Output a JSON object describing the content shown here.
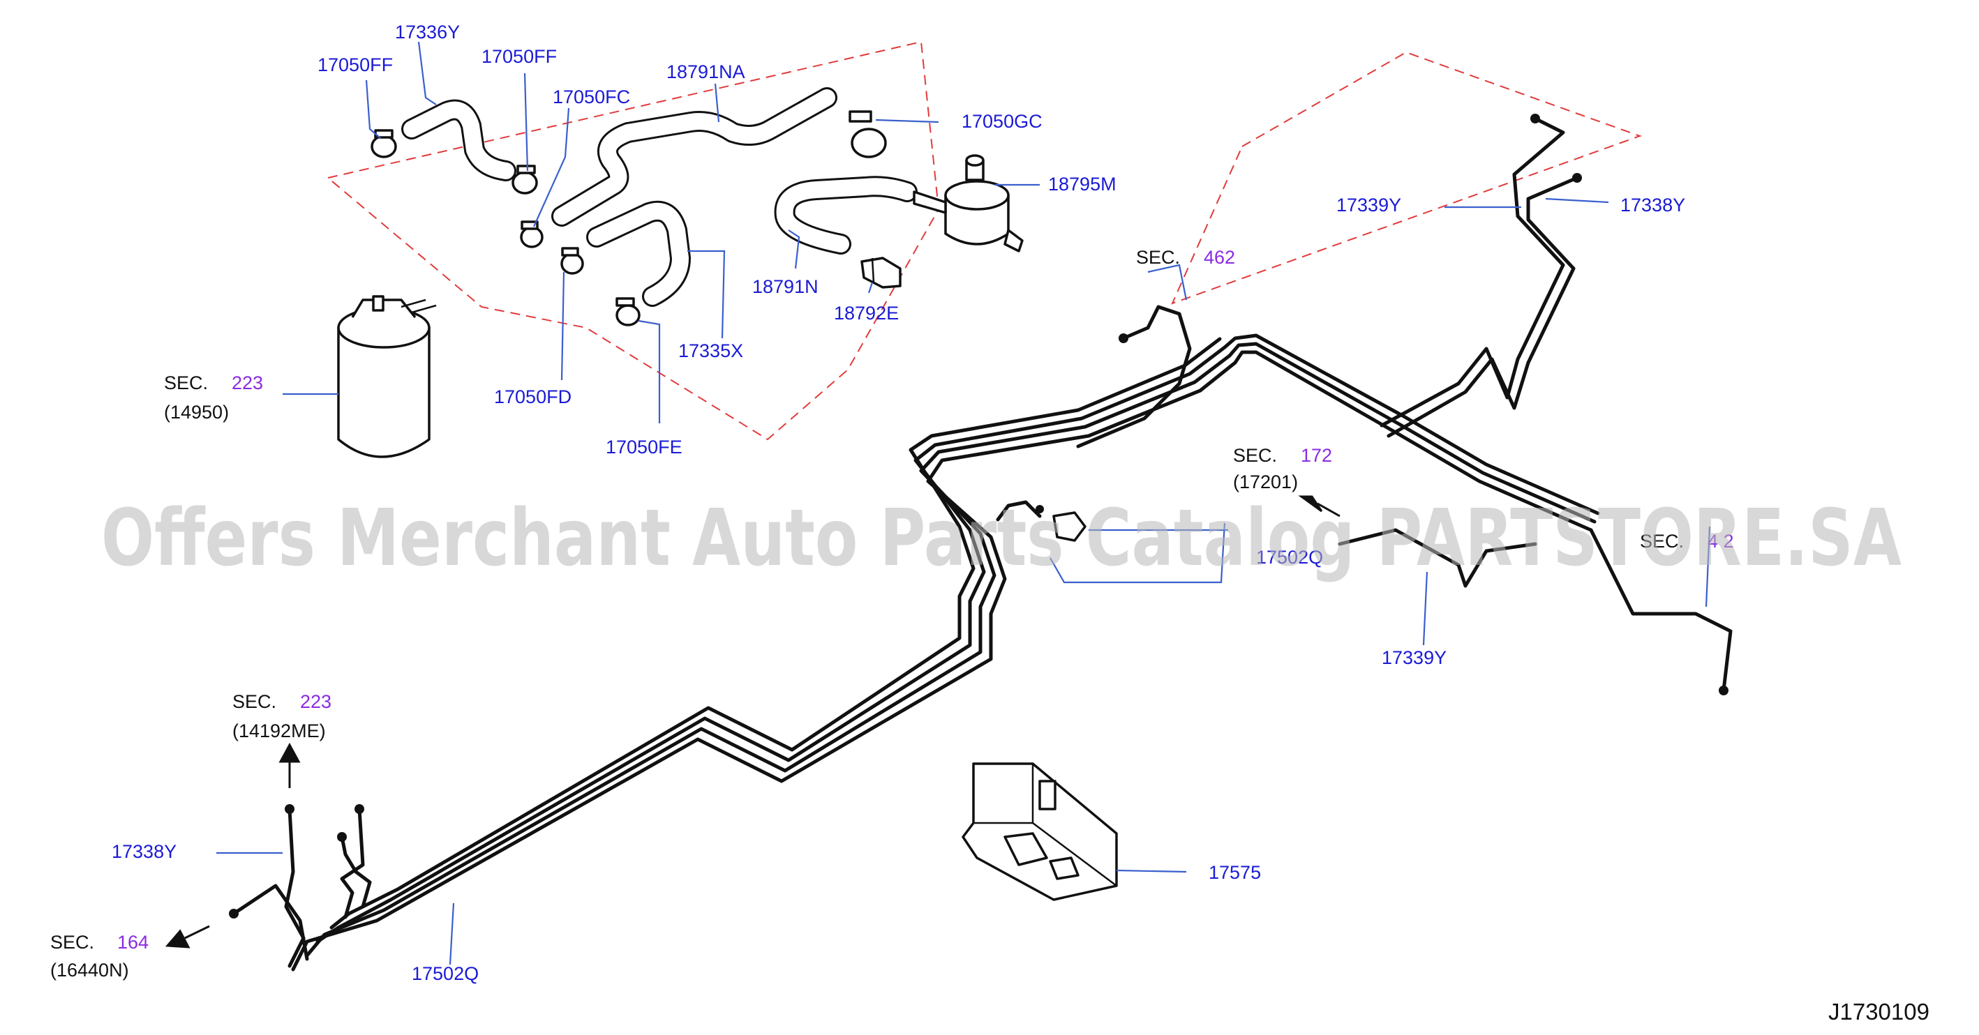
{
  "diagram_code": "J1730109",
  "watermark": "Offers Merchant Auto Parts Catalog PARTSTORE.SA",
  "section_prefix": "SEC.",
  "sections": [
    {
      "id": "sec-223-a",
      "number": "223",
      "ref": "(14950)"
    },
    {
      "id": "sec-462",
      "number": "462",
      "ref": ""
    },
    {
      "id": "sec-172",
      "number": "172",
      "ref": "(17201)"
    },
    {
      "id": "sec-223-b",
      "number": "223",
      "ref": "(14192ME)"
    },
    {
      "id": "sec-164",
      "number": "164",
      "ref": "(16440N)"
    },
    {
      "id": "sec-4x2",
      "number": "4 2",
      "ref": ""
    }
  ],
  "parts": {
    "p17336Y": "17336Y",
    "p17050FF_a": "17050FF",
    "p17050FF_b": "17050FF",
    "p17050FC": "17050FC",
    "p18791NA": "18791NA",
    "p17050GC": "17050GC",
    "p18795M": "18795M",
    "p18791N": "18791N",
    "p18792E": "18792E",
    "p17335X": "17335X",
    "p17050FD": "17050FD",
    "p17050FE": "17050FE",
    "p17339Y_a": "17339Y",
    "p17338Y_a": "17338Y",
    "p17502Q_a": "17502Q",
    "p17339Y_b": "17339Y",
    "p17338Y_b": "17338Y",
    "p17502Q_b": "17502Q",
    "p17575": "17575"
  }
}
